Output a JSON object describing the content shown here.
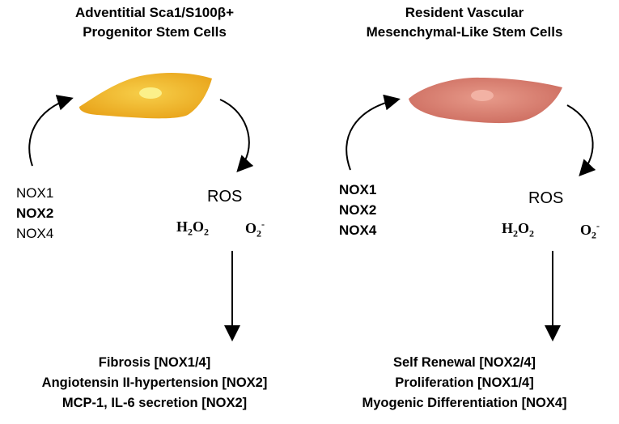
{
  "left_panel": {
    "title_line1": "Adventitial Sca1/S100β+",
    "title_line2": "Progenitor Stem Cells",
    "cell_color": "#f0b62a",
    "nox": [
      "NOX1",
      "NOX2",
      "NOX4"
    ],
    "nox_bold": [
      false,
      true,
      false
    ],
    "ros_label": "ROS",
    "h2o2": {
      "base": "H",
      "sub1": "2",
      "mid": "O",
      "sub2": "2"
    },
    "o2": {
      "base": "O",
      "sub": "2",
      "sup": "-"
    },
    "effects": [
      "Fibrosis [NOX1/4]",
      "Angiotensin II-hypertension [NOX2]",
      "MCP-1, IL-6  secretion [NOX2]"
    ]
  },
  "right_panel": {
    "title_line1": "Resident Vascular",
    "title_line2": "Mesenchymal-Like Stem Cells",
    "cell_color": "#d98070",
    "nox": [
      "NOX1",
      "NOX2",
      "NOX4"
    ],
    "nox_bold": [
      true,
      true,
      true
    ],
    "ros_label": "ROS",
    "h2o2": {
      "base": "H",
      "sub1": "2",
      "mid": "O",
      "sub2": "2"
    },
    "o2": {
      "base": "O",
      "sub": "2",
      "sup": "-"
    },
    "effects": [
      "Self Renewal [NOX2/4]",
      "Proliferation [NOX1/4]",
      "Myogenic Differentiation [NOX4]"
    ]
  }
}
